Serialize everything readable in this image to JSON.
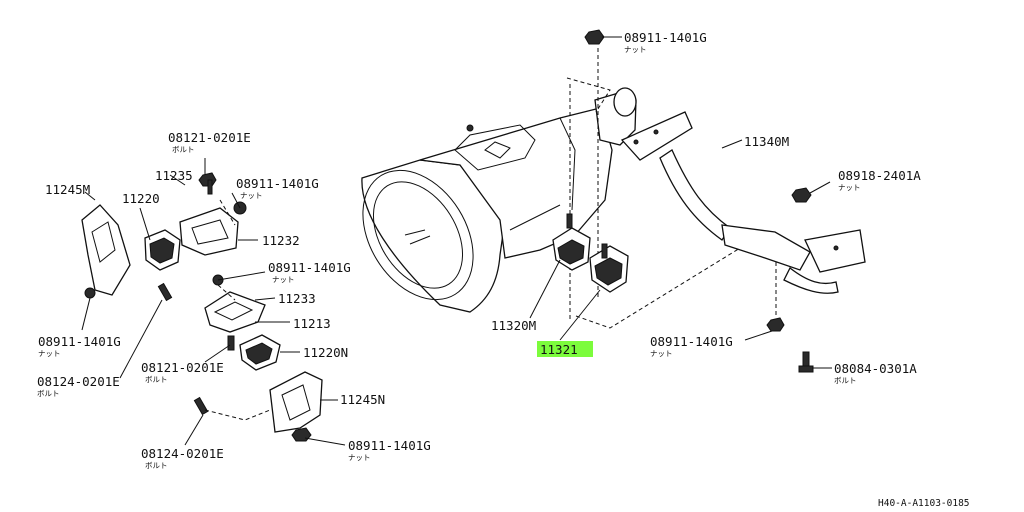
{
  "colors": {
    "highlight": "#7CFC3C",
    "ink": "#111111",
    "background": "#ffffff"
  },
  "labels": {
    "nut_top": {
      "part": "08911-1401G",
      "name": "ナット"
    },
    "crossmember": {
      "part": "11340M"
    },
    "nut_right": {
      "part": "08918-2401A",
      "name": "ナット"
    },
    "nut_lower_right": {
      "part": "08911-1401G",
      "name": "ナット"
    },
    "bolt_lower_right": {
      "part": "08084-0301A",
      "name": "ボルト"
    },
    "mount_left": {
      "part": "11320M"
    },
    "mount_right": {
      "part": "11321"
    },
    "bolt_upper_left": {
      "part": "08121-0201E",
      "name": "ボルト"
    },
    "part_11235": {
      "part": "11235"
    },
    "nut_upper_mid": {
      "part": "08911-1401G",
      "name": "ナット"
    },
    "part_11245m": {
      "part": "11245M"
    },
    "part_11220": {
      "part": "11220"
    },
    "part_11232": {
      "part": "11232"
    },
    "nut_mid": {
      "part": "08911-1401G",
      "name": "ナット"
    },
    "part_11233": {
      "part": "11233"
    },
    "part_11213": {
      "part": "11213"
    },
    "nut_left": {
      "part": "08911-1401G",
      "name": "ナット"
    },
    "bolt_left": {
      "part": "08124-0201E",
      "name": "ボルト"
    },
    "bolt_mid": {
      "part": "08121-0201E",
      "name": "ボルト"
    },
    "part_11220n": {
      "part": "11220N"
    },
    "part_11245n": {
      "part": "11245N"
    },
    "bolt_bottom": {
      "part": "08124-0201E",
      "name": "ボルト"
    },
    "nut_bottom": {
      "part": "08911-1401G",
      "name": "ナット"
    },
    "figure_ref": "H40-A-A1103-0185"
  }
}
